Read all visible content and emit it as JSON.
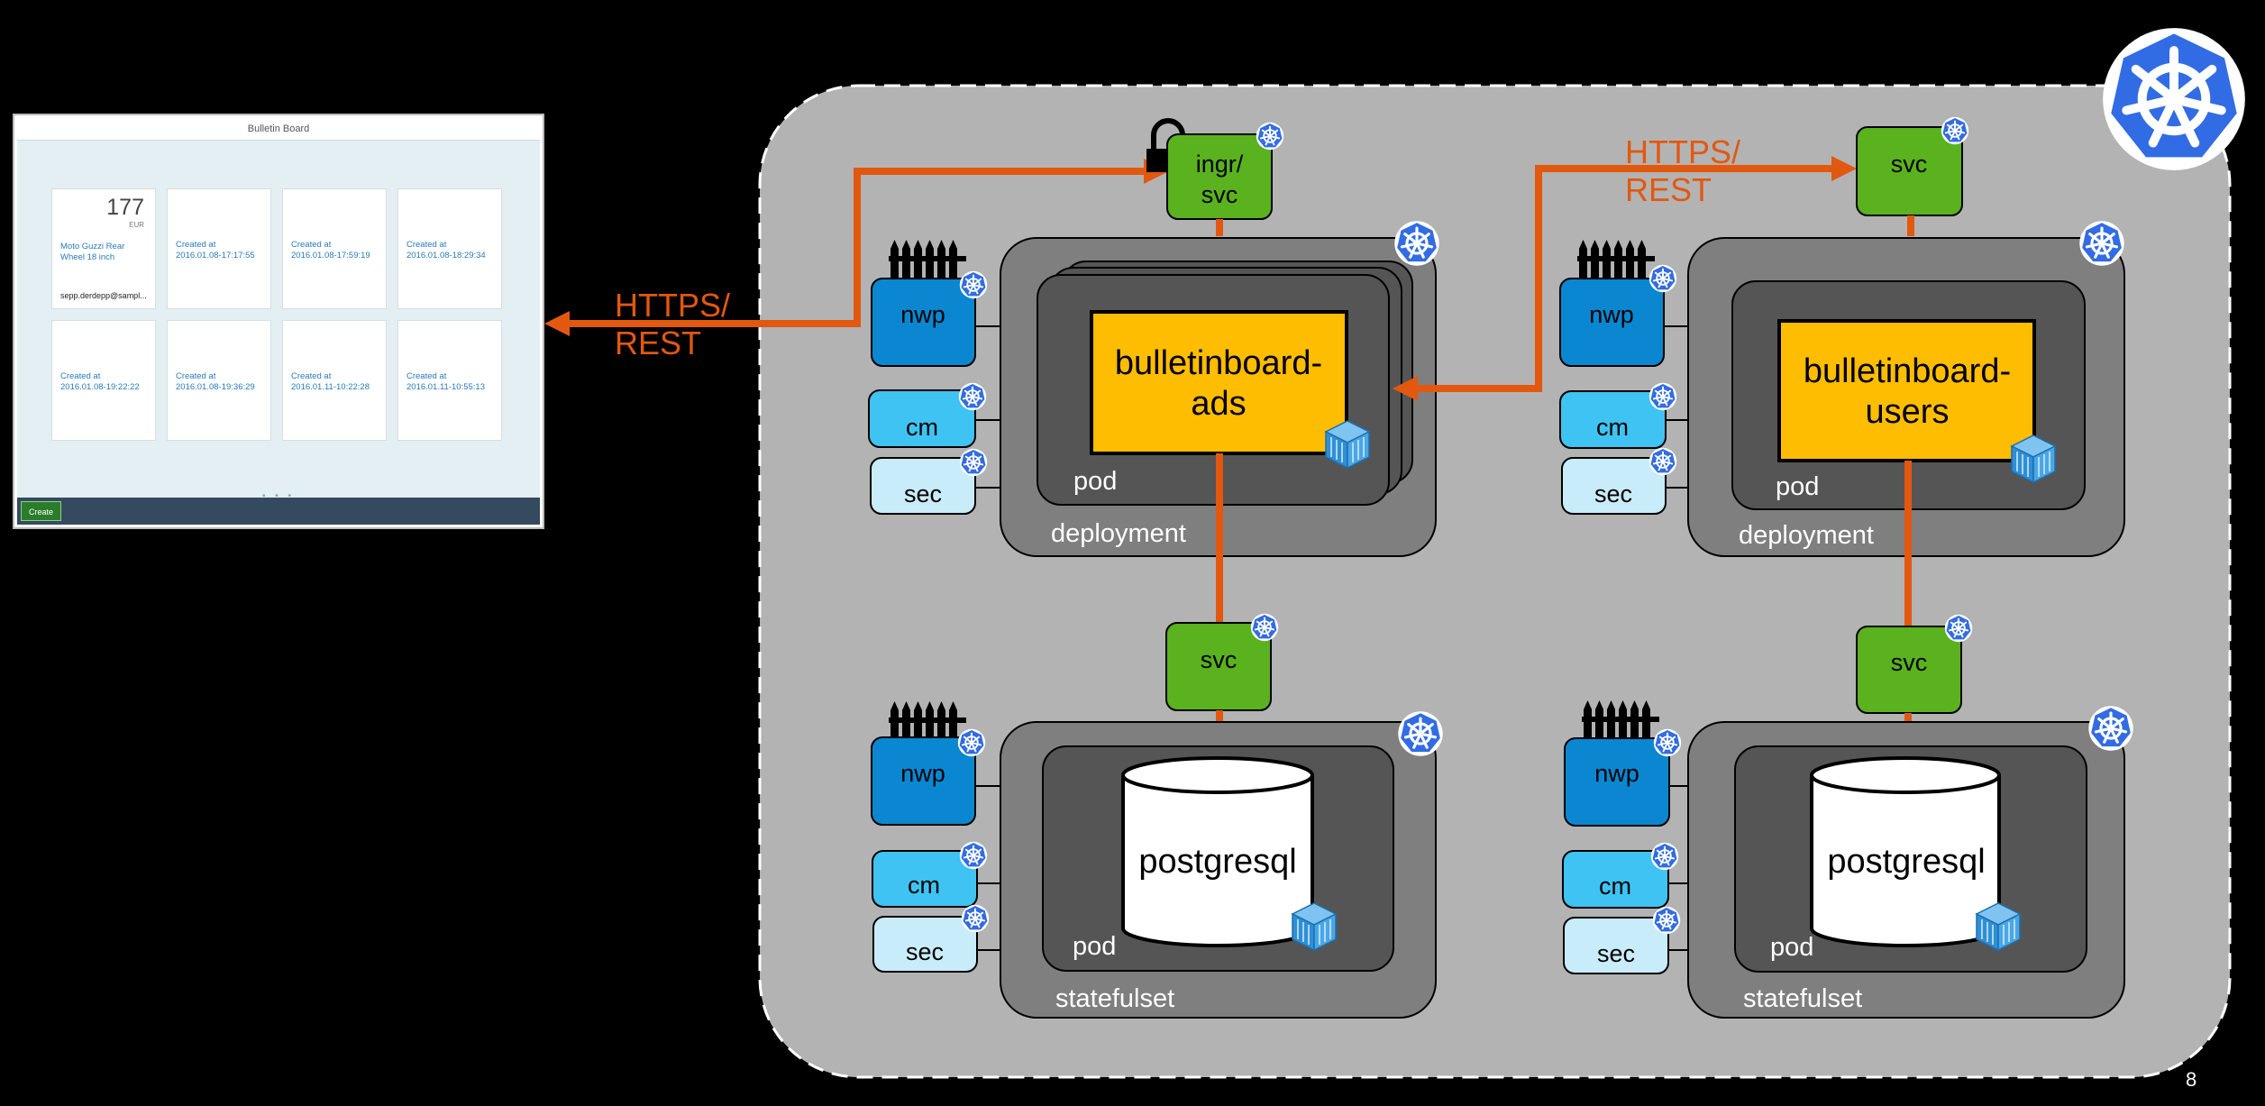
{
  "screenshot": {
    "title": "Bulletin Board",
    "tiles": [
      {
        "number": "177",
        "currency": "EUR",
        "title": "Moto Guzzi Rear Wheel 18 inch",
        "owner": "sepp.derdepp@sampl..."
      },
      {
        "label": "Created at",
        "date": "2016.01.08-17:17:55"
      },
      {
        "label": "Created at",
        "date": "2016.01.08-17:59:19"
      },
      {
        "label": "Created at",
        "date": "2016.01.08-18:29:34"
      },
      {
        "label": "Created at",
        "date": "2016.01.08-19:22:22"
      },
      {
        "label": "Created at",
        "date": "2016.01.08-19:36:29"
      },
      {
        "label": "Created at",
        "date": "2016.01.11-10:22:28"
      },
      {
        "label": "Created at",
        "date": "2016.01.11-10:55:13"
      }
    ],
    "pager": "• • •",
    "create_label": "Create"
  },
  "protocol": {
    "line1": "HTTPS/",
    "line2": "REST"
  },
  "ads": {
    "ingress": {
      "line1": "ingr/",
      "line2": "svc"
    },
    "nwp": "nwp",
    "cm": "cm",
    "sec": "sec",
    "app": {
      "line1": "bulletinboard-",
      "line2": "ads"
    },
    "pod": "pod",
    "deployment": "deployment",
    "svc": "svc",
    "db": {
      "nwp": "nwp",
      "cm": "cm",
      "sec": "sec",
      "name": "postgresql",
      "pod": "pod",
      "statefulset": "statefulset"
    }
  },
  "users": {
    "protocol": {
      "line1": "HTTPS/",
      "line2": "REST"
    },
    "svc_top": "svc",
    "nwp": "nwp",
    "cm": "cm",
    "sec": "sec",
    "app": {
      "line1": "bulletinboard-",
      "line2": "users"
    },
    "pod": "pod",
    "deployment": "deployment",
    "svc": "svc",
    "db": {
      "nwp": "nwp",
      "cm": "cm",
      "sec": "sec",
      "name": "postgresql",
      "pod": "pod",
      "statefulset": "statefulset"
    }
  },
  "page_number": "8",
  "colors": {
    "arrow": "#e2580f",
    "svc": "#5ab21e",
    "app": "#ffbd00",
    "nwp": "#0a87d0",
    "cm": "#3ec3f2",
    "sec": "#c9ecfb",
    "k8s": "#326ce5",
    "cluster": "#b3b3b3"
  }
}
